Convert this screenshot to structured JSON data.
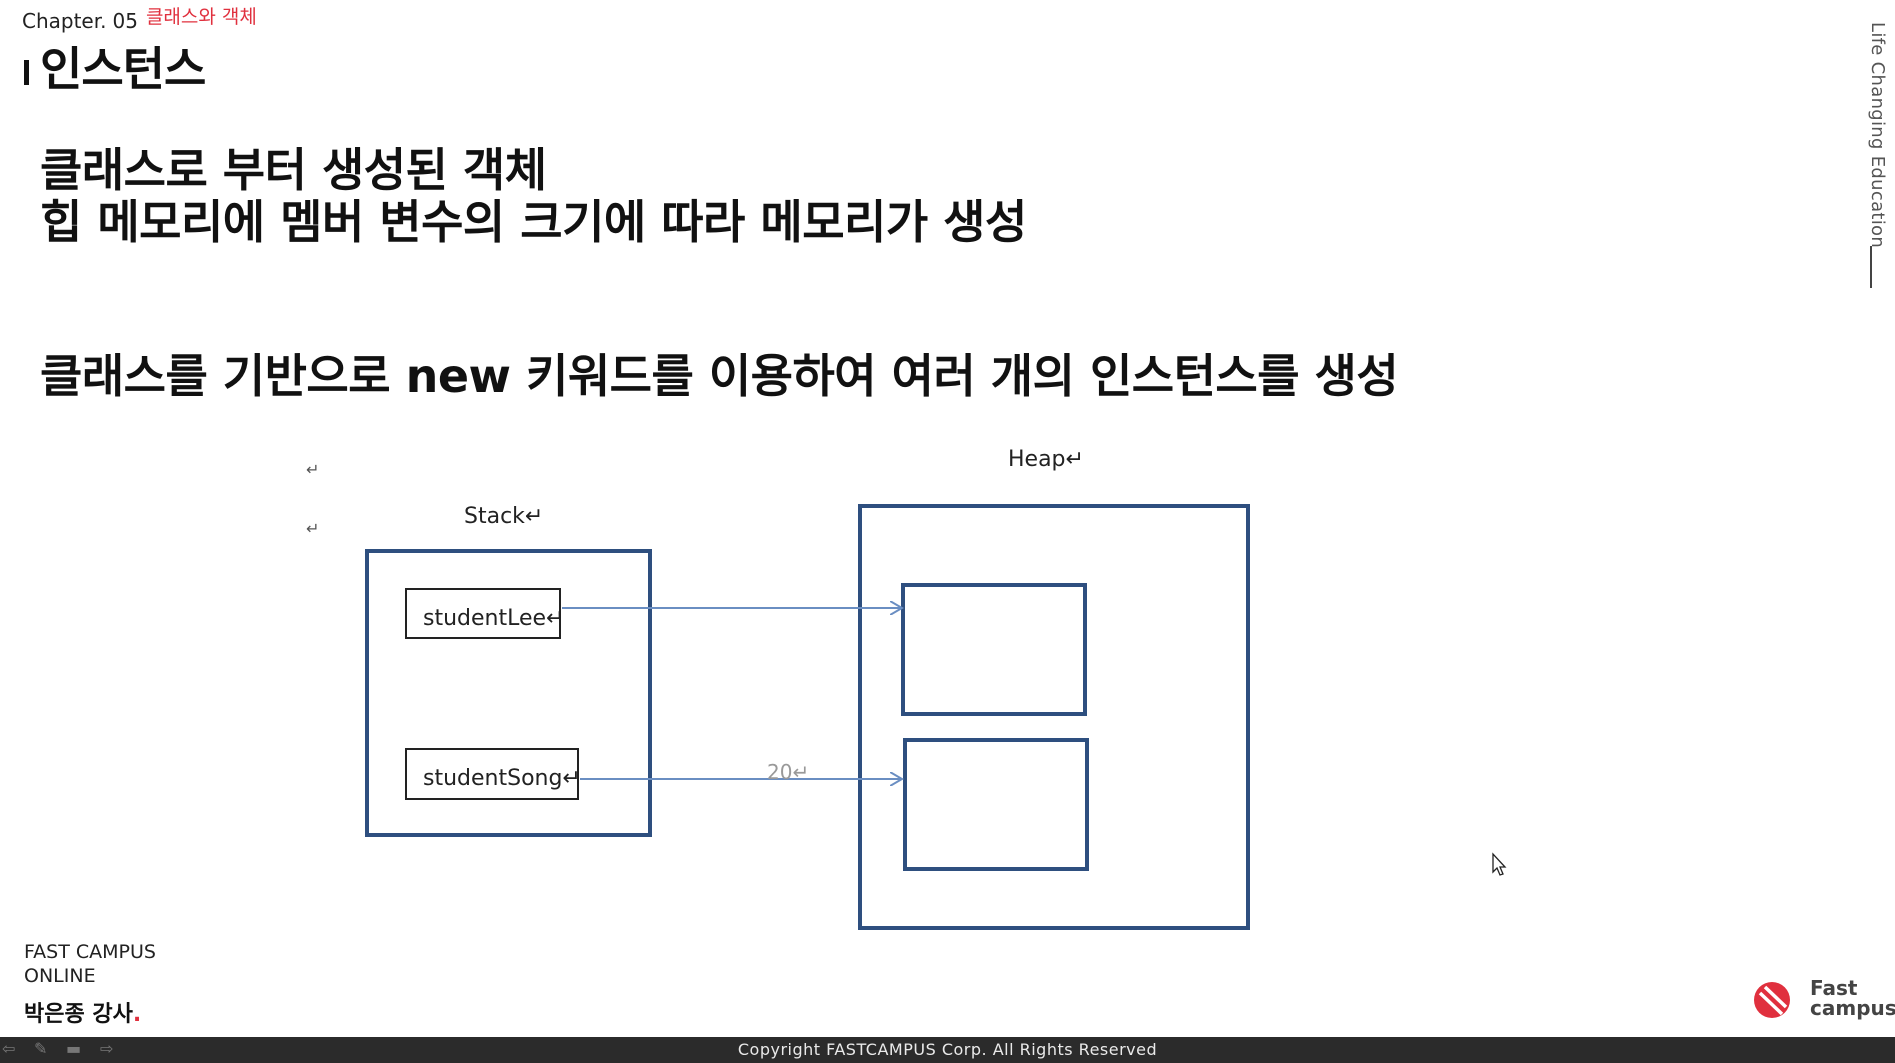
{
  "header": {
    "chapter_label": "Chapter.",
    "chapter_number": "05",
    "chapter_topic": "클래스와 객체",
    "title": "인스턴스"
  },
  "tagline": "Life Changing Education",
  "bullets": [
    "클래스로 부터 생성된 객체",
    "힙 메모리에 멤버 변수의 크기에 따라 메모리가 생성",
    "클래스를 기반으로 new 키워드를 이용하여 여러 개의 인스턴스를 생성"
  ],
  "diagram": {
    "stack_label": "Stack↵",
    "heap_label": "Heap↵",
    "ref1": "studentLee↵",
    "ref2": "studentSong↵",
    "arrow_note": "20↵",
    "return_marks": [
      "↵",
      "↵"
    ],
    "stroke_color": "#2e4f7f",
    "arrow_color": "#6a8ec2"
  },
  "footer": {
    "brand_line1": "FAST CAMPUS",
    "brand_line2": "ONLINE",
    "instructor": "박은종 강사",
    "instructor_dot": ".",
    "logo_line1": "Fast",
    "logo_line2": "campus",
    "copyright": "Copyright FASTCAMPUS Corp. All Rights Reserved"
  },
  "colors": {
    "accent": "#e0303e",
    "bar": "#2b2b2b"
  },
  "controls": [
    "arrow-left-icon",
    "pen-icon",
    "screen-icon",
    "arrow-right-icon"
  ]
}
